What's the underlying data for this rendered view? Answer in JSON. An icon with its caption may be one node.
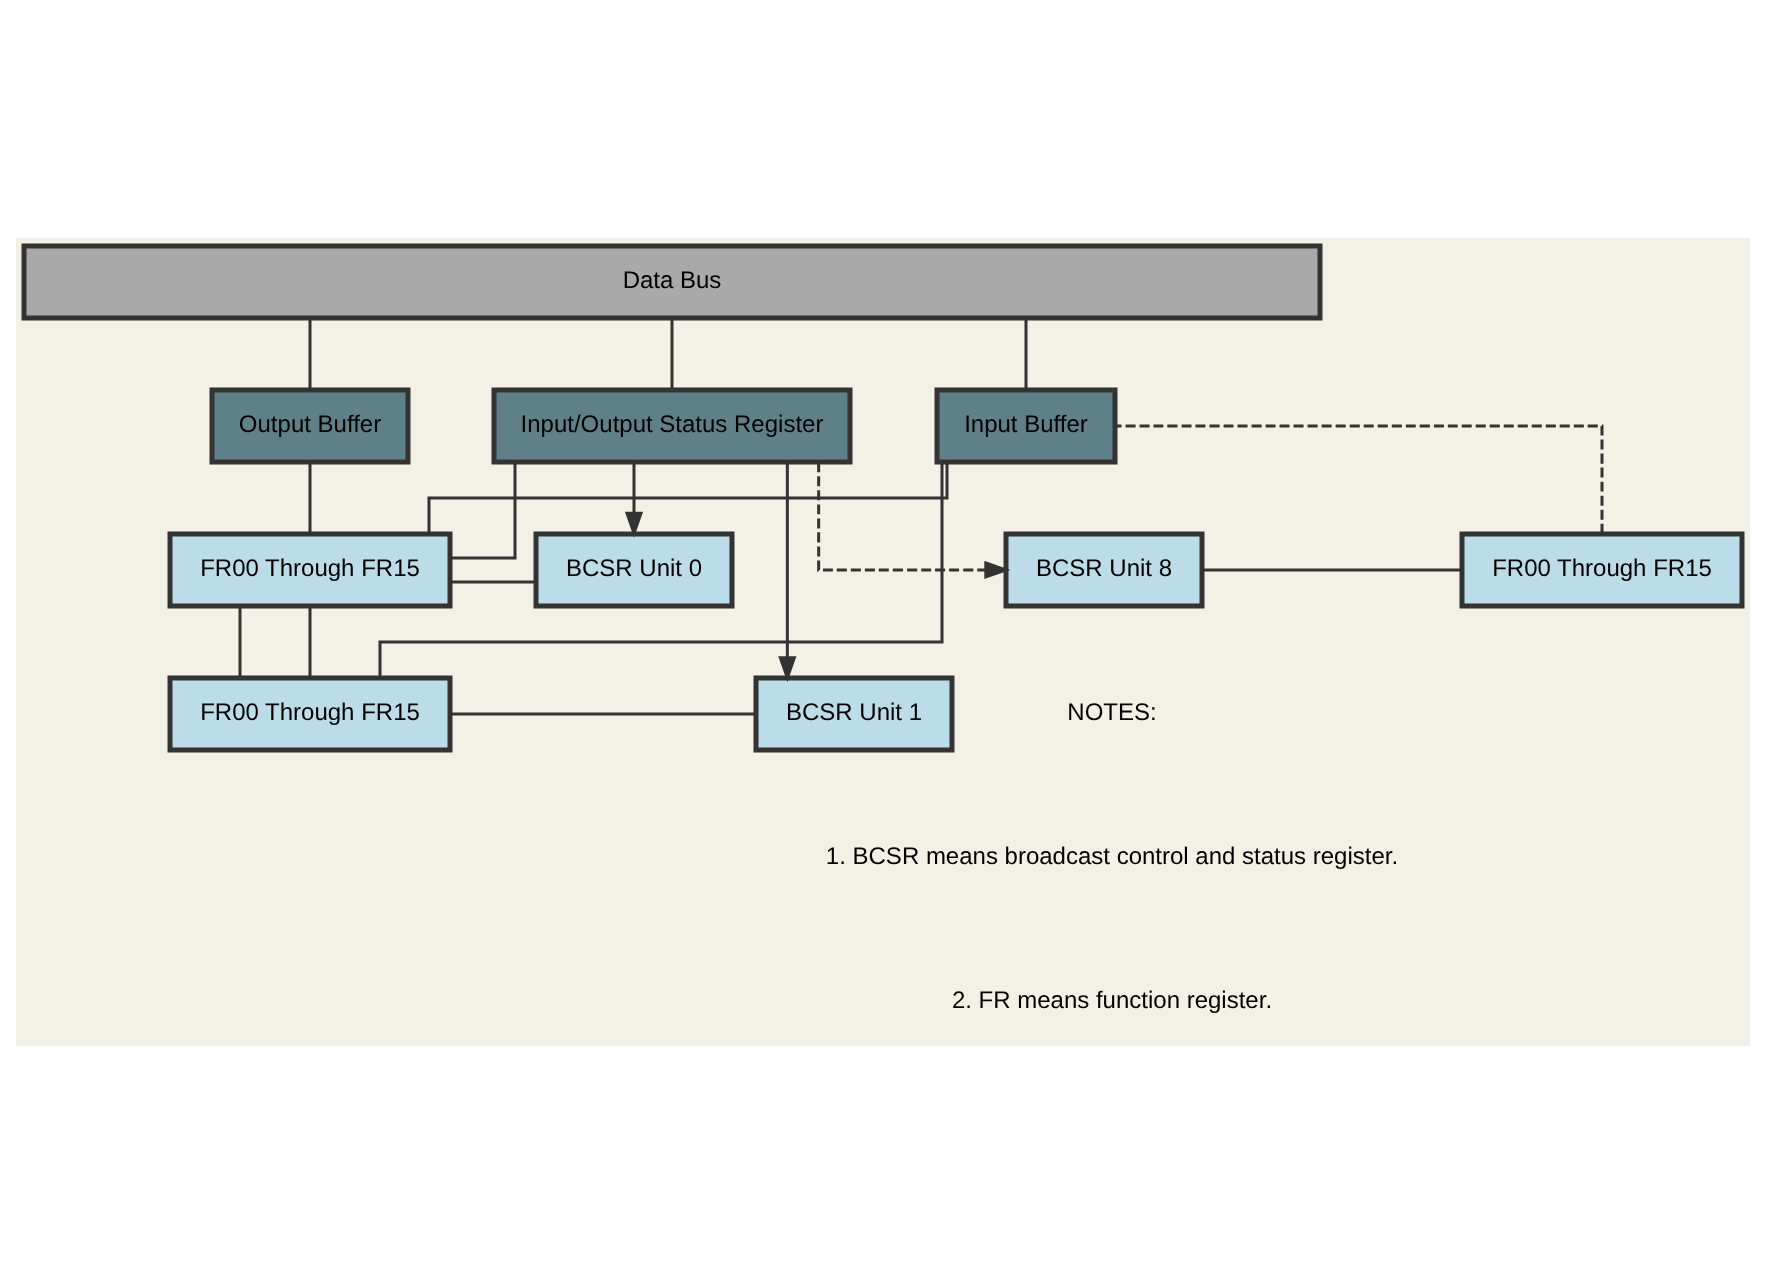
{
  "diagram": {
    "nodes": [
      {
        "text": [
          "Data Bus"
        ]
      },
      {
        "text": [
          "Input/Output Status Register"
        ]
      },
      {
        "text": [
          "Output Buffer"
        ]
      },
      {
        "text": [
          "Input Buffer"
        ]
      },
      {
        "text": [
          "BCSR Unit 0"
        ]
      },
      {
        "text": [
          "FR00 Through FR15"
        ]
      },
      {
        "text": [
          "BCSR Unit 1"
        ]
      },
      {
        "text": [
          "FR00 Through FR15"
        ]
      },
      {
        "text": [
          "BCSR Unit 8"
        ]
      },
      {
        "text": [
          "FR00 Through FR15"
        ]
      }
    ],
    "edges": [
      {
        "from": 0,
        "to": 1,
        "arrow": "none"
      },
      {
        "from": 0,
        "to": 2,
        "arrow": "none"
      },
      {
        "from": 0,
        "to": 3,
        "arrow": "none"
      },
      {
        "from": 1,
        "to": 4,
        "arrow": "to"
      },
      {
        "from": 1,
        "to": 6,
        "arrow": "to"
      },
      {
        "from": 1,
        "to": 8,
        "arrow": "to",
        "style": "dashed"
      },
      {
        "from": 1,
        "to": 5,
        "arrow": "none"
      },
      {
        "from": 2,
        "to": 5,
        "arrow": "none"
      },
      {
        "from": 5,
        "to": 7,
        "arrow": "none"
      },
      {
        "from": 5,
        "to": 7,
        "arrow": "none"
      },
      {
        "from": 4,
        "to": 5,
        "arrow": "none"
      },
      {
        "from": 6,
        "to": 7,
        "arrow": "none"
      },
      {
        "from": 8,
        "to": 9,
        "arrow": "none"
      },
      {
        "from": 5,
        "to": 3,
        "arrow": "none"
      },
      {
        "from": 7,
        "to": 3,
        "arrow": "none"
      },
      {
        "from": 9,
        "to": 3,
        "arrow": "none",
        "style": "dashed"
      }
    ],
    "labels": [
      "NOTES:",
      "1. BCSR means broadcast control and status register.",
      "2. FR means function register."
    ]
  }
}
